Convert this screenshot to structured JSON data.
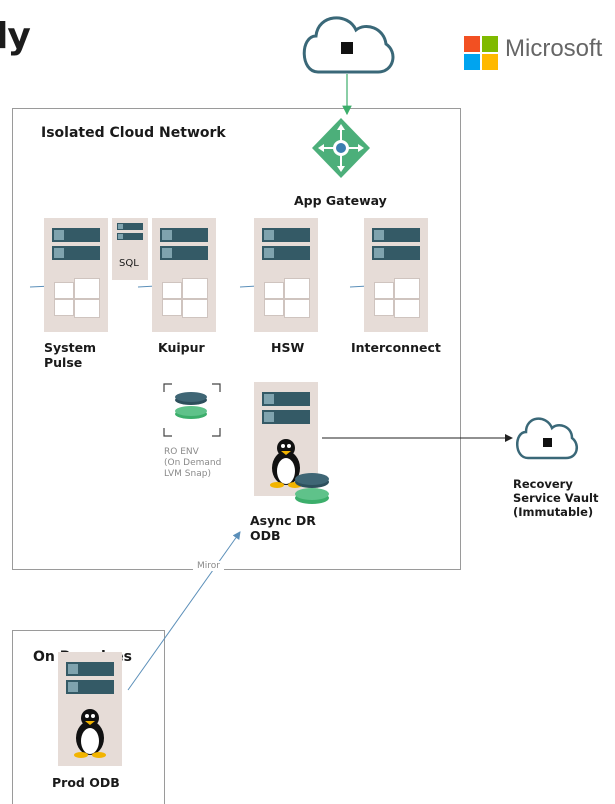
{
  "title_fragment": "ly",
  "brand": {
    "name": "Microsoft",
    "colors": [
      "#f25022",
      "#7fba00",
      "#00a4ef",
      "#ffb900"
    ]
  },
  "cloud_network": {
    "title": "Isolated Cloud Network"
  },
  "app_gateway": {
    "label": "App Gateway"
  },
  "servers": {
    "system_pulse": [
      "System",
      "Pulse"
    ],
    "sql": "SQL",
    "kuipur": "Kuipur",
    "hsw": "HSW",
    "interconnect": "Interconnect"
  },
  "ro_env": [
    "RO ENV",
    "(On Demand",
    "LVM Snap)"
  ],
  "async_dr": [
    "Async DR",
    "ODB"
  ],
  "recovery": [
    "Recovery",
    "Service Vault",
    "(Immutable)"
  ],
  "mirror_label": "Miror",
  "on_premises": {
    "title": "On Premises",
    "server_label": "Prod ODB"
  },
  "colors": {
    "server_bg": "#e6dcd7",
    "disk": "#345a66",
    "gateway": "#4caf7a",
    "line": "#5b8fb9",
    "border": "#9a9a9a"
  },
  "icons": [
    "cloud-icon",
    "microsoft-logo-icon",
    "app-gateway-icon",
    "windows-logo-icon",
    "linux-penguin-icon",
    "database-stack-icon",
    "snapshot-bracket-icon"
  ]
}
